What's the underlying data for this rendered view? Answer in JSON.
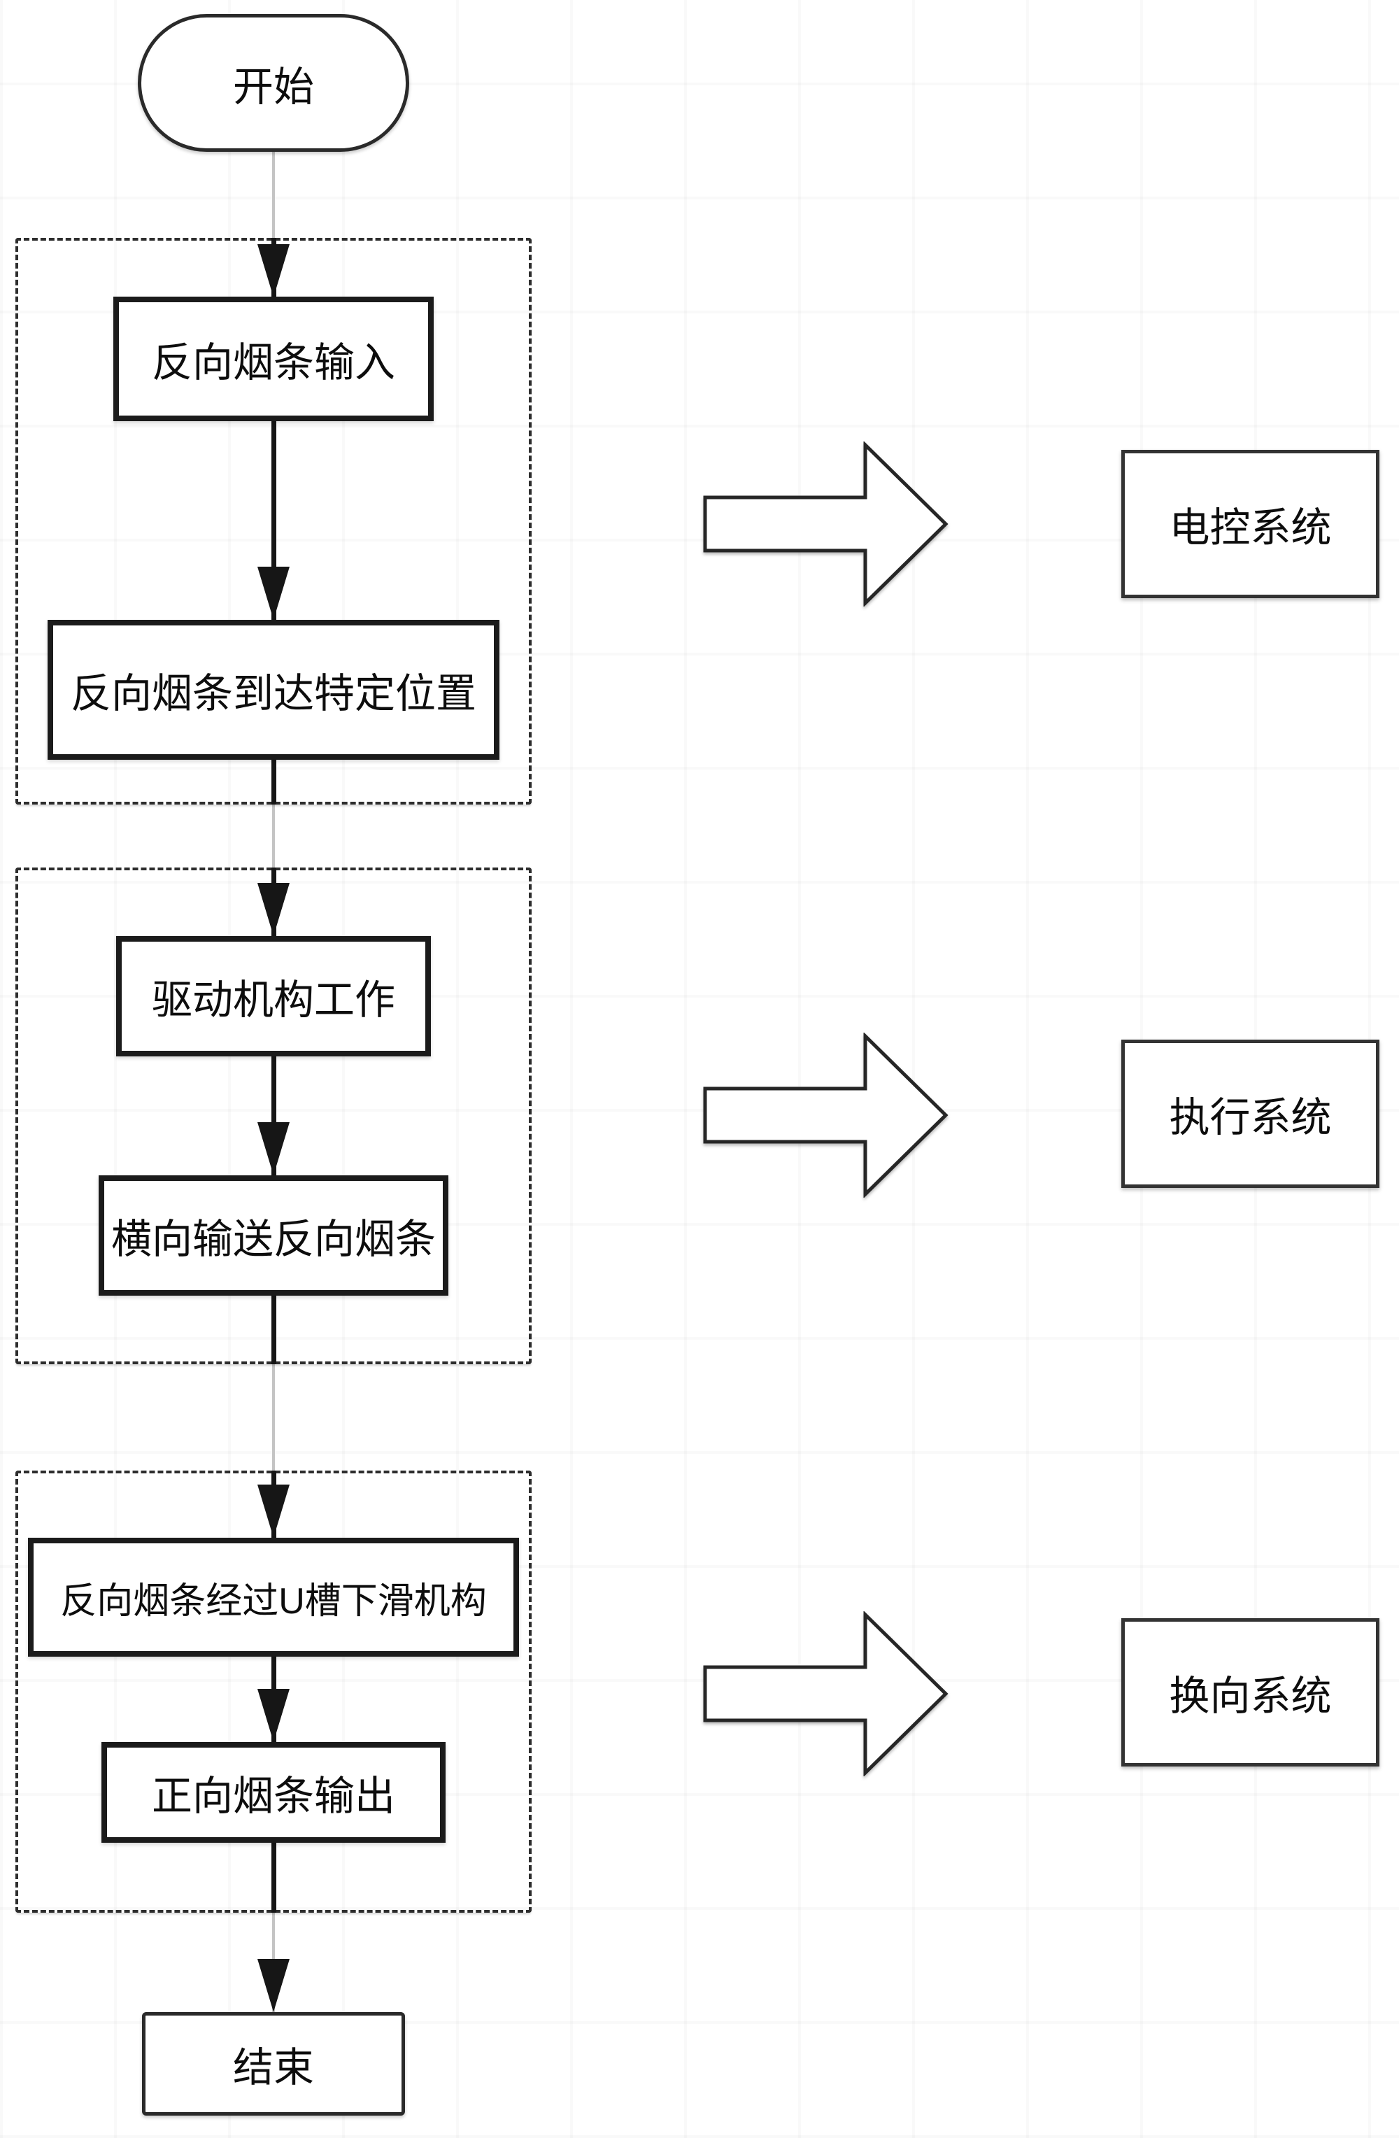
{
  "flowchart": {
    "start_label": "开始",
    "end_label": "结束",
    "groups": [
      {
        "steps": [
          "反向烟条输入",
          "反向烟条到达特定位置"
        ],
        "system": "电控系统"
      },
      {
        "steps": [
          "驱动机构工作",
          "横向输送反向烟条"
        ],
        "system": "执行系统"
      },
      {
        "steps": [
          "反向烟条经过U槽下滑机构",
          "正向烟条输出"
        ],
        "system": "换向系统"
      }
    ],
    "icons": {
      "arrowhead_down": "▼",
      "block_arrow_right": "⇨"
    },
    "colors": {
      "background": "#ffffff",
      "box_border": "#1b1b1b",
      "group_border": "#2d2d2d",
      "system_border": "#333333",
      "connector": "#161616",
      "guide_line": "#c4c4c4",
      "text": "#0d0d0d"
    }
  }
}
